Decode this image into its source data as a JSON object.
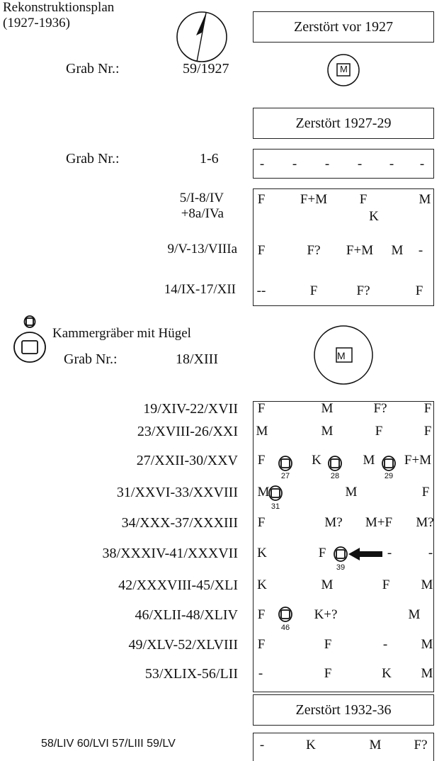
{
  "title": {
    "line1": "Rekonstruktionsplan",
    "line2": "(1927-1936)"
  },
  "compass": {
    "icon": "north-arrow-icon"
  },
  "grave_label": "Grab Nr.:",
  "sections": {
    "destroyed_before_1927": "Zerstört vor 1927",
    "destroyed_1927_29": "Zerstört 1927-29",
    "destroyed_1932_36": "Zerstört 1932-36"
  },
  "grave_59": {
    "number": "59/1927",
    "marker": "M"
  },
  "grave_1_6": {
    "number": "1-6",
    "cells": [
      "-",
      "-",
      "-",
      "-",
      "-",
      "-"
    ]
  },
  "rows_1927": [
    {
      "label_line1": "5/I-8/IV",
      "label_line2": "+8a/IVa",
      "cells": [
        "F",
        "F+M",
        "F",
        "M"
      ],
      "extra": "K"
    },
    {
      "label_line1": "9/V-13/VIIIa",
      "cells": [
        "F",
        "F?",
        "F+M",
        "M",
        "-"
      ]
    },
    {
      "label_line1": "14/IX-17/XII",
      "cells": [
        "--",
        "F",
        "F?",
        "F"
      ]
    }
  ],
  "legend": {
    "text": "Kammergräber mit Hügel",
    "icon": "chamber-grave-with-mound-icon"
  },
  "grave_18": {
    "number": "18/XIII",
    "marker": "M"
  },
  "rows_main": [
    {
      "label": "19/XIV-22/XVII",
      "cells": [
        "F",
        "M",
        "F?",
        "F"
      ]
    },
    {
      "label": "23/XVIII-26/XXI",
      "cells": [
        "M",
        "M",
        "F",
        "F"
      ]
    },
    {
      "label": "27/XXII-30/XXV",
      "cells": [
        "F",
        "K",
        "M",
        "F+M"
      ],
      "mounds": [
        "27",
        "28",
        "29"
      ]
    },
    {
      "label": "31/XXVI-33/XXVIII",
      "cells": [
        "M",
        "M",
        "F"
      ],
      "mounds": [
        "31"
      ]
    },
    {
      "label": "34/XXX-37/XXXIII",
      "cells": [
        "F",
        "M?",
        "M+F",
        "M?"
      ]
    },
    {
      "label": "38/XXXIV-41/XXXVII",
      "cells": [
        "K",
        "F",
        "-",
        "-"
      ],
      "mounds": [
        "39"
      ],
      "arrow": "left-arrow-icon"
    },
    {
      "label": "42/XXXVIII-45/XLI",
      "cells": [
        "K",
        "M",
        "F",
        "M"
      ]
    },
    {
      "label": "46/XLII-48/XLIV",
      "cells": [
        "F",
        "K+?",
        "M"
      ],
      "mounds": [
        "46"
      ]
    },
    {
      "label": "49/XLV-52/XLVIII",
      "cells": [
        "F",
        "F",
        "-",
        "M"
      ]
    },
    {
      "label": "53/XLIX-56/LII",
      "cells": [
        "-",
        "F",
        "K",
        "M"
      ]
    }
  ],
  "row_1932": {
    "label": "58/LIV 60/LVI 57/LIII 59/LV",
    "cells": [
      "-",
      "K",
      "M",
      "F?"
    ]
  }
}
